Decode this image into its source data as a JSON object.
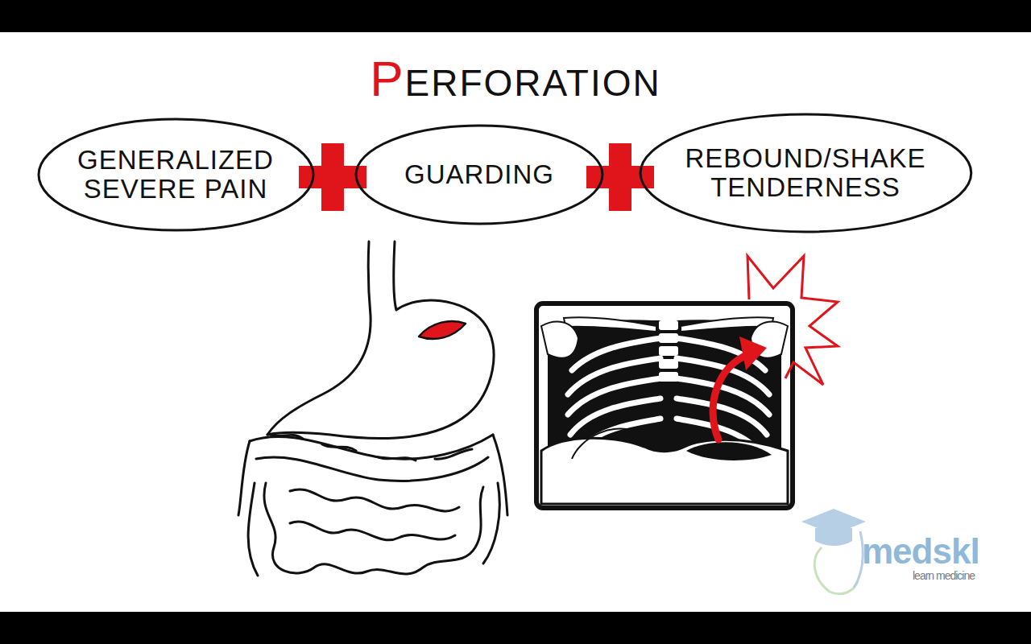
{
  "diagram": {
    "title": "PERFORATION",
    "nodes": [
      {
        "text": [
          "GENERALIZED SEVERE PAIN"
        ]
      },
      {
        "text": [
          "GUARDING"
        ]
      },
      {
        "text": [
          "REBOUND/SHAKE TENDERNESS"
        ]
      }
    ],
    "labels": [
      "medskl",
      "learn medicine"
    ]
  }
}
